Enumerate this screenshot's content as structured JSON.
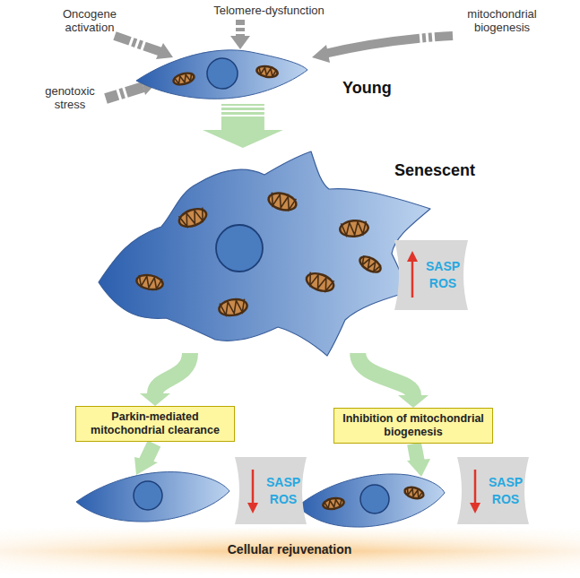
{
  "diagram": {
    "nodes": [
      {
        "text": [
          "Young"
        ]
      },
      {
        "text": [
          "Senescent"
        ]
      },
      {
        "text": [
          "SASP",
          "ROS"
        ]
      },
      {
        "text": [
          "Parkin-mediated mitochondrial clearance"
        ]
      },
      {
        "text": [
          "Inhibition of mitochondrial biogenesis"
        ]
      },
      {
        "text": [
          "SASP",
          "ROS"
        ]
      },
      {
        "text": [
          "SASP",
          "ROS"
        ]
      }
    ],
    "edges": [
      {
        "from": 0,
        "to": 1,
        "arrow": "to"
      },
      {
        "from": 1,
        "to": 3,
        "arrow": "to"
      },
      {
        "from": 1,
        "to": 4,
        "arrow": "to"
      }
    ],
    "labels": [
      "Oncogene activation",
      "Telomere-dysfunction",
      "mitochondrial biogenesis",
      "genotoxic stress",
      "Cellular rejuvenation"
    ]
  }
}
